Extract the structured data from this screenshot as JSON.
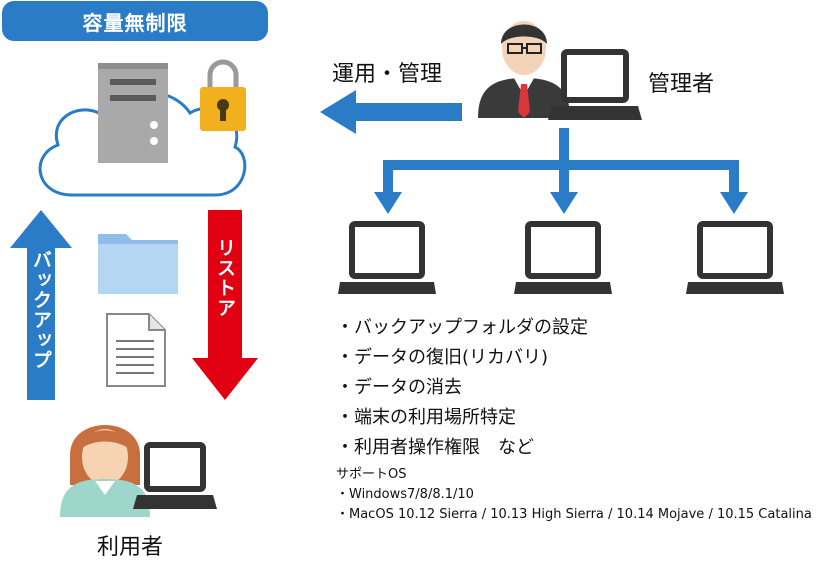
{
  "banner": {
    "title": "容量無制限"
  },
  "labels": {
    "admin_action": "運用・管理",
    "admin": "管理者",
    "user": "利用者",
    "backup": "バックアップ",
    "restore": "リストア"
  },
  "features": [
    "・バックアップフォルダの設定",
    "・データの復旧(リカバリ)",
    "・データの消去",
    "・端末の利用場所特定",
    "・利用者操作権限　など"
  ],
  "supported_os": {
    "heading": "サポートOS",
    "items": [
      "・Windows7/8/8.1/10",
      "・MacOS 10.12 Sierra / 10.13 High Sierra / 10.14 Mojave / 10.15 Catalina"
    ]
  },
  "colors": {
    "blue": "#2a7cc7",
    "red": "#e00012",
    "dark": "#333333",
    "lock": "#f2b01e"
  }
}
